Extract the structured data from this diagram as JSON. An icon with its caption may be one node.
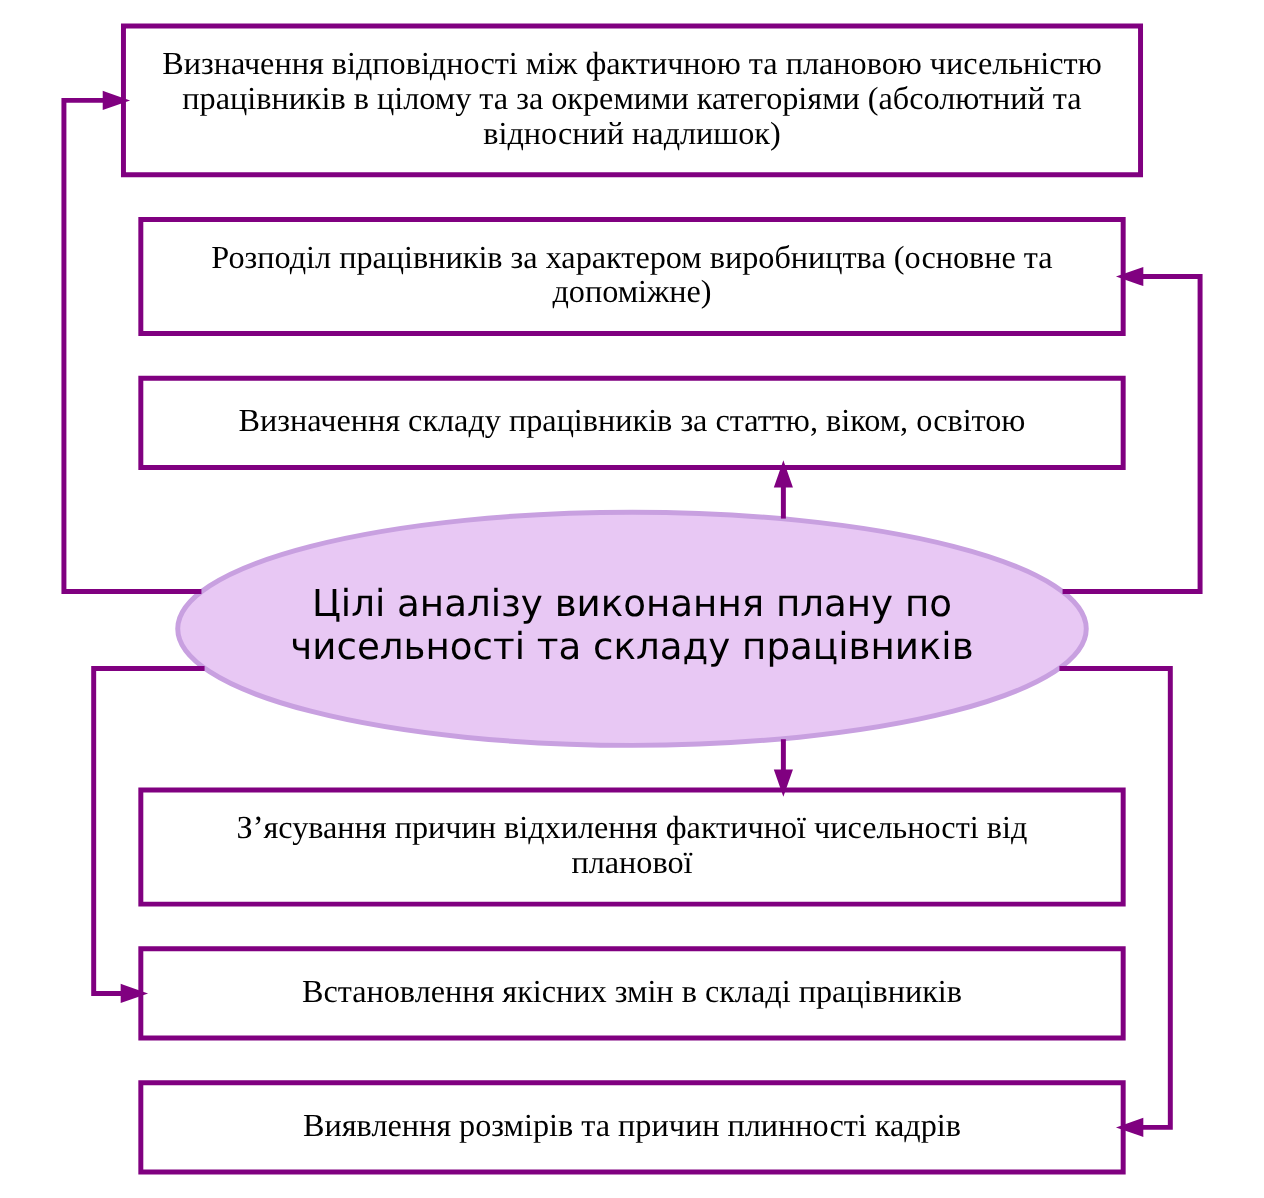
{
  "diagram": {
    "nodes": [
      {
        "text": [
          "Визначення відповідності між фактичною та плановою чисельністю працівників в цілому та за окремими категоріями (абсолютний та відносний надлишок)"
        ]
      },
      {
        "text": [
          "Розподіл працівників за характером виробництва (основне та допоміжне)"
        ]
      },
      {
        "text": [
          "Визначення складу працівників за статтю, віком, освітою"
        ]
      },
      {
        "text": [
          "Цілі аналізу виконання плану по чисельності та складу працівників"
        ]
      },
      {
        "text": [
          "З’ясування причин відхилення фактичної чисельності від планової"
        ]
      },
      {
        "text": [
          "Встановлення якісних змін в складі працівників"
        ]
      },
      {
        "text": [
          "Виявлення розмірів та причин плинності кадрів"
        ]
      }
    ],
    "edges": [
      {
        "from": 3,
        "to": 0,
        "arrow": "to"
      },
      {
        "from": 3,
        "to": 1,
        "arrow": "to"
      },
      {
        "from": 3,
        "to": 2,
        "arrow": "to"
      },
      {
        "from": 3,
        "to": 4,
        "arrow": "to"
      },
      {
        "from": 3,
        "to": 5,
        "arrow": "to"
      },
      {
        "from": 3,
        "to": 6,
        "arrow": "to"
      }
    ]
  }
}
